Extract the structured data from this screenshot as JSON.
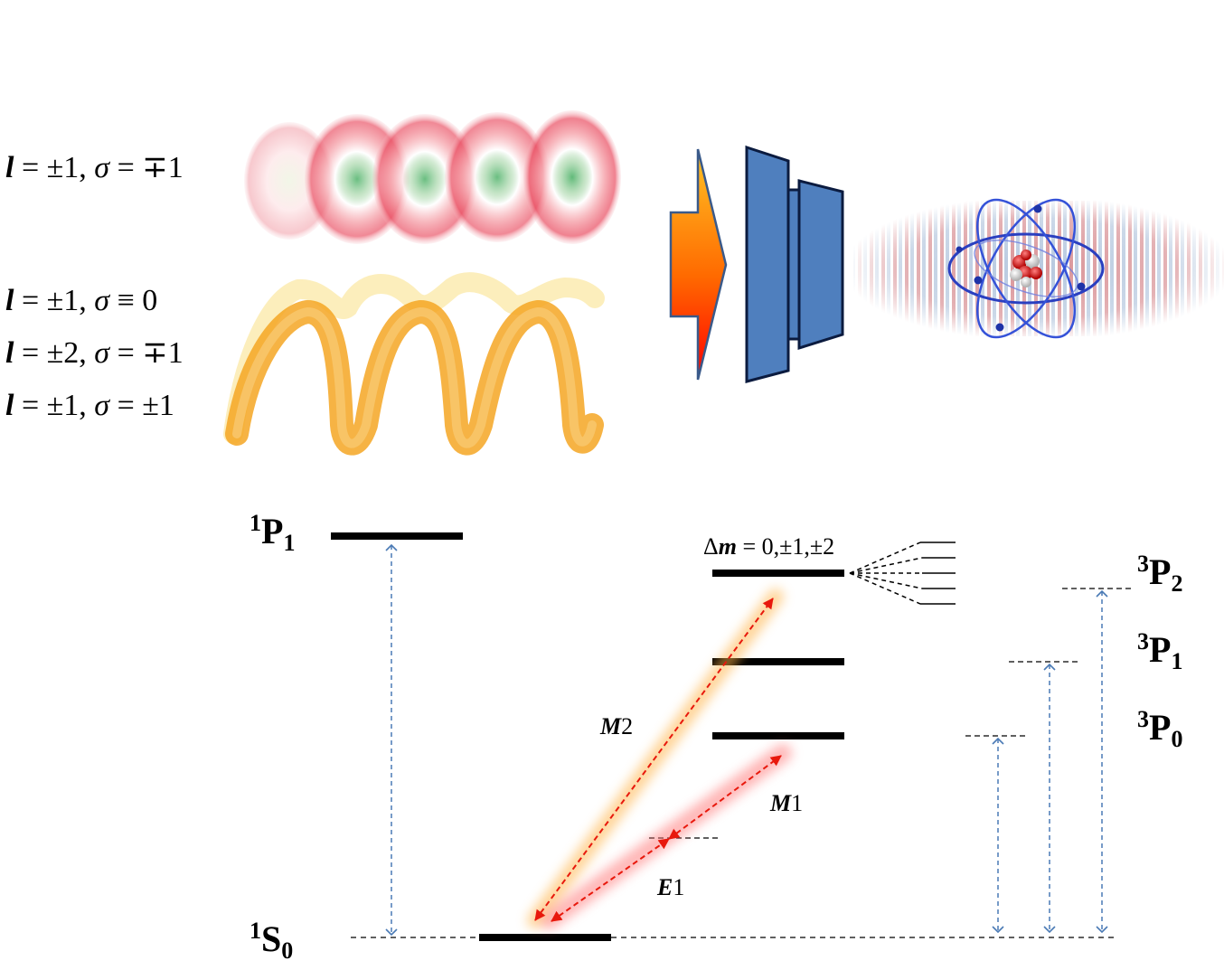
{
  "quantum_labels": [
    {
      "l": "l",
      "l_value": " = ±1, ",
      "sigma": "σ",
      "sigma_value": " = ∓1"
    },
    {
      "l": "l",
      "l_value": " = ±1, ",
      "sigma": "σ",
      "sigma_value": " ≡ 0"
    },
    {
      "l": "l",
      "l_value": " = ±2, ",
      "sigma": "σ",
      "sigma_value": " = ∓1"
    },
    {
      "l": "l",
      "l_value": " = ±1, ",
      "sigma": "σ",
      "sigma_value": " = ±1"
    }
  ],
  "levels": {
    "p1_singlet": {
      "sup": "1",
      "base": "P",
      "sub": "1"
    },
    "s0_singlet": {
      "sup": "1",
      "base": "S",
      "sub": "0"
    },
    "p2_triplet": {
      "sup": "3",
      "base": "P",
      "sub": "2"
    },
    "p1_triplet": {
      "sup": "3",
      "base": "P",
      "sub": "1"
    },
    "p0_triplet": {
      "sup": "3",
      "base": "P",
      "sub": "0"
    }
  },
  "transitions": {
    "m2": {
      "letter": "M",
      "num": "2"
    },
    "m1": {
      "letter": "M",
      "num": "1"
    },
    "e1": {
      "letter": "E",
      "num": "1"
    }
  },
  "delta_m": {
    "delta": "Δ",
    "m": "m",
    "value": " = 0,±1,±2"
  },
  "colors": {
    "level_line": "#000000",
    "dashed_arrow": "#4a7ab5",
    "red_arrow": "#e8180c",
    "m2_glow": "#ffb347",
    "m1_glow": "#ff7a7a",
    "optics_blue": "#4f7fbe",
    "optics_edge": "#0b1b3f"
  }
}
